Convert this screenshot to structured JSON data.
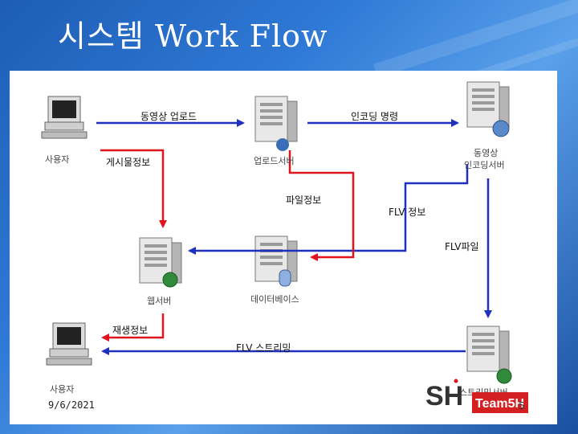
{
  "title": "시스템 Work Flow",
  "labels": {
    "upload": "동영상 업로드",
    "encode_cmd": "인코딩 명령",
    "post_info": "게시물정보",
    "file_info": "파일정보",
    "flv_info": "FLV 정보",
    "flv_file": "FLV파일",
    "play_info": "재생정보",
    "flv_stream": "FLV 스트리밍"
  },
  "nodes": {
    "user_top": "사용자",
    "upload_server": "업로드서버",
    "encoding_server_1": "동영상",
    "encoding_server_2": "인코딩서버",
    "web_server": "웹서버",
    "database": "데이터베이스",
    "user_bottom": "사용자",
    "streaming_server": "스트리밍서버"
  },
  "footer": {
    "date": "9/6/2021",
    "page": "5",
    "logo_text": "Team5H"
  },
  "colors": {
    "blue_arrow": "#1f2fbf",
    "red_arrow": "#e0141e",
    "panel": "#ffffff",
    "background": "#2f7ad6"
  }
}
